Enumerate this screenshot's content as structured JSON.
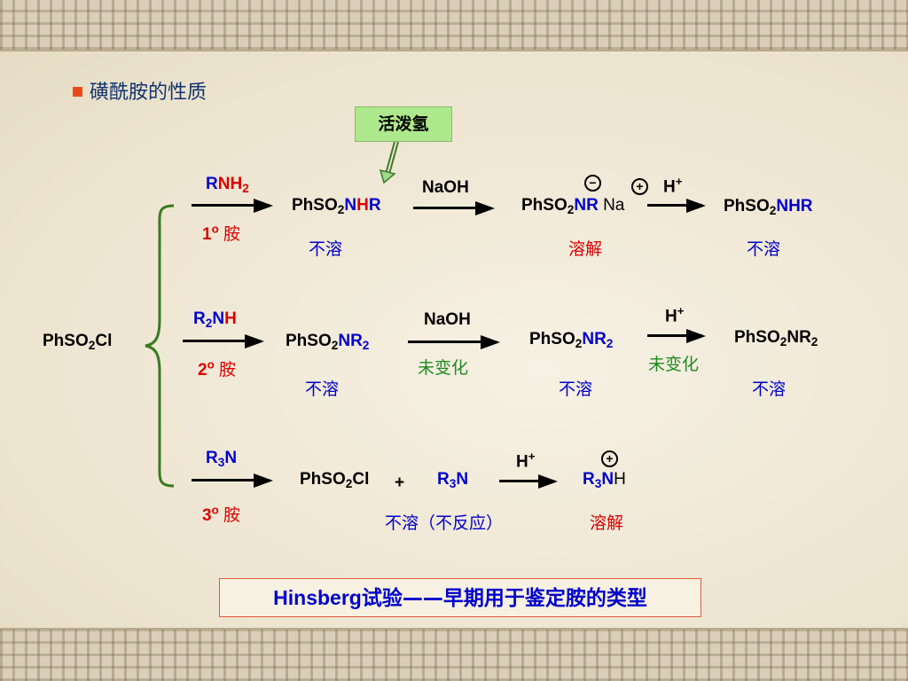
{
  "title": "磺酰胺的性质",
  "active_h_label": "活泼氢",
  "start": {
    "pre": "PhSO",
    "sub": "2",
    "post": "Cl"
  },
  "row1": {
    "reagent": {
      "a": "R",
      "b": "NH",
      "sub": "2"
    },
    "amine_num": "1",
    "amine_deg": "o",
    "amine_label": "胺",
    "product1": {
      "pre": "PhSO",
      "sub": "2",
      "n": "N",
      "h": "H",
      "r": "R"
    },
    "sol1": "不溶",
    "reagent2": "NaOH",
    "product2": {
      "pre": "PhSO",
      "sub": "2",
      "nr": "NR",
      "na": "Na"
    },
    "minus": "−",
    "plus": "+",
    "sol2": "溶解",
    "reagent3": {
      "h": "H",
      "sup": "+"
    },
    "product3": {
      "pre": "PhSO",
      "sub": "2",
      "nhr": "NHR"
    },
    "sol3": "不溶"
  },
  "row2": {
    "reagent": {
      "a": "R",
      "sub": "2",
      "n": "N",
      "h": "H"
    },
    "amine_num": "2",
    "amine_deg": "o",
    "amine_label": "胺",
    "product1": {
      "pre": "PhSO",
      "sub": "2",
      "nr": "NR",
      "sub2": "2"
    },
    "sol1": "不溶",
    "reagent2": "NaOH",
    "nochange1": "未变化",
    "product2": {
      "pre": "PhSO",
      "sub": "2",
      "nr": "NR",
      "sub2": "2"
    },
    "sol2": "不溶",
    "reagent3": {
      "h": "H",
      "sup": "+"
    },
    "nochange2": "未变化",
    "product3": {
      "pre": "PhSO",
      "sub": "2",
      "nr": "NR",
      "sub2": "2"
    },
    "sol3": "不溶"
  },
  "row3": {
    "reagent": {
      "a": "R",
      "sub": "3",
      "n": "N"
    },
    "amine_num": "3",
    "amine_deg": "o",
    "amine_label": "胺",
    "product1": {
      "pre": "PhSO",
      "sub": "2",
      "post": "Cl"
    },
    "plus_sign": "+",
    "amine": {
      "a": "R",
      "sub": "3",
      "n": "N"
    },
    "sol1": "不溶（不反应）",
    "reagent2": {
      "h": "H",
      "sup": "+"
    },
    "product2": {
      "a": "R",
      "sub": "3",
      "n": "N",
      "h": "H"
    },
    "plus": "+",
    "sol2": "溶解"
  },
  "footer": {
    "en": "Hinsberg",
    "cn": "试验——早期用于鉴定胺的类型"
  },
  "colors": {
    "blue": "#0000cc",
    "red": "#dd0000",
    "green": "#1f8a1f",
    "title": "#10336e",
    "bullet": "#e84a1a",
    "label_bg": "#aee88c"
  }
}
